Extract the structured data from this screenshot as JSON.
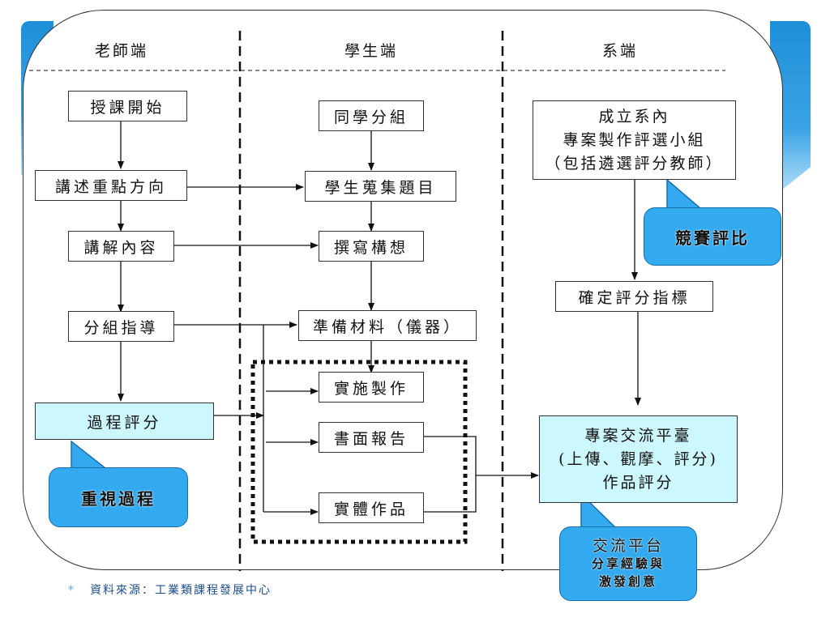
{
  "columns": {
    "teacher": "老師端",
    "student": "學生端",
    "department": "系端"
  },
  "teacher_steps": [
    "授課開始",
    "講述重點方向",
    "講解內容",
    "分組指導",
    "過程評分"
  ],
  "student_steps": [
    "同學分組",
    "學生蒐集題目",
    "撰寫構想",
    "準備材料（儀器）",
    "實施製作",
    "書面報告",
    "實體作品"
  ],
  "department_steps": {
    "committee": [
      "成立系內",
      "專案製作評選小組",
      "（包括遴選評分教師）"
    ],
    "criteria": "確定評分指標",
    "platform": [
      "專案交流平臺",
      "(上傳、觀摩、評分)",
      "作品評分"
    ]
  },
  "callouts": {
    "process": [
      "重視過程"
    ],
    "competition": [
      "競賽評比"
    ],
    "platform": [
      "交流平台",
      "分享經驗與",
      "激發創意"
    ]
  },
  "footnote": {
    "bullet": "*",
    "text": "資料來源：工業類課程發展中心"
  },
  "colors": {
    "callout_fill": "#33aaef",
    "highlight_box": "#ccf7fc",
    "accent_band": "#1e8fd8"
  }
}
